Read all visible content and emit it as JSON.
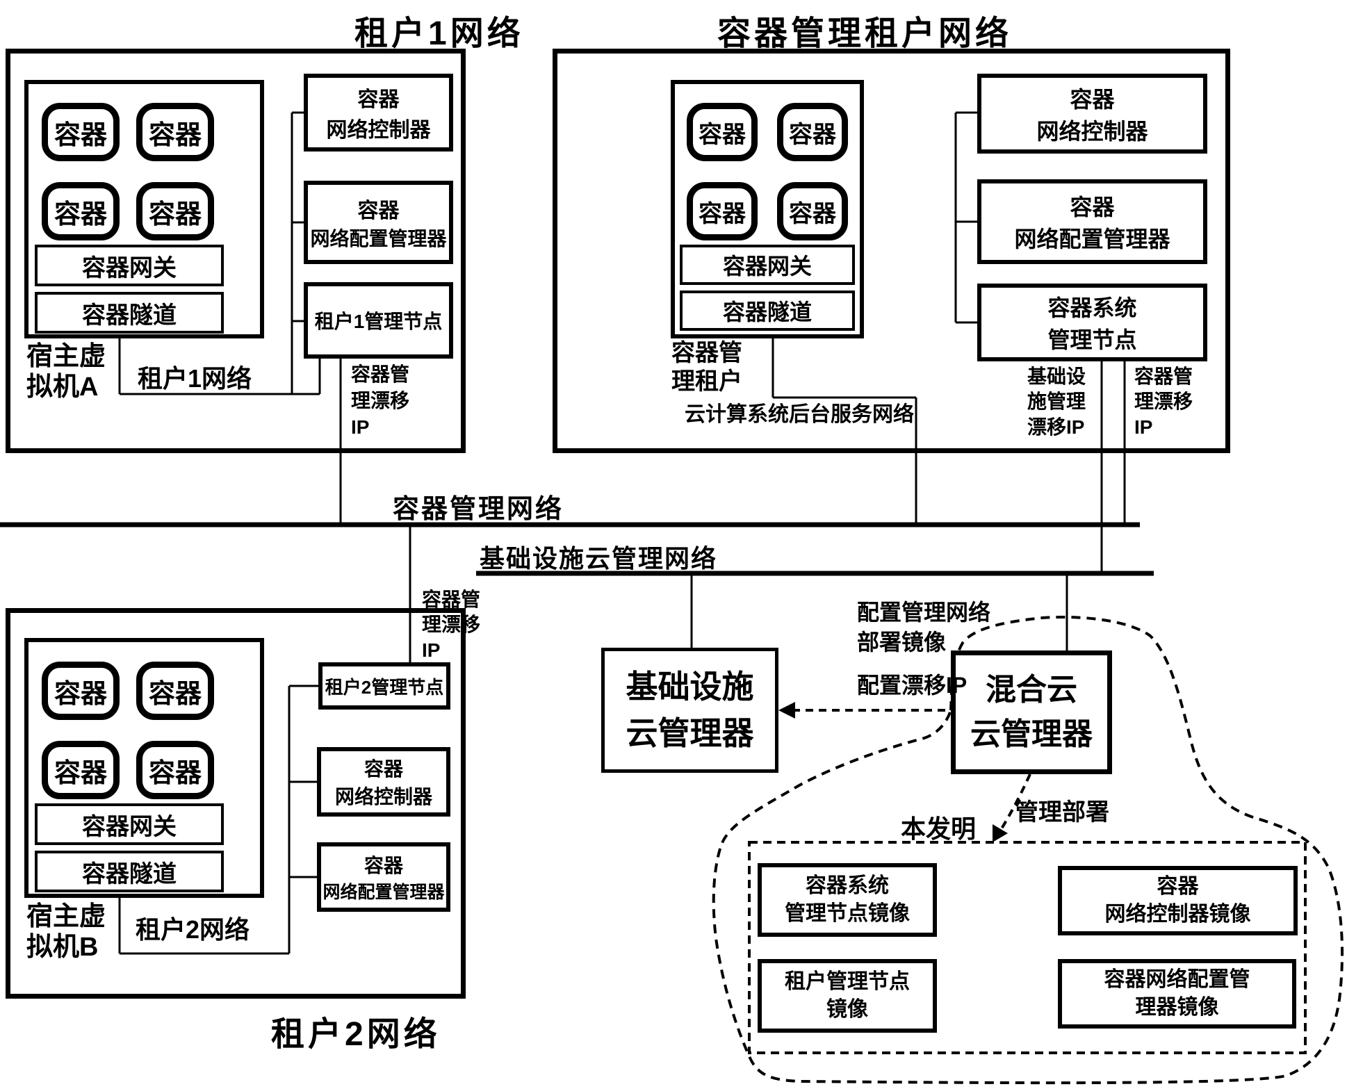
{
  "titles": {
    "tenant1": "租户1网络",
    "container_mgmt": "容器管理租户网络",
    "tenant2": "租户2网络"
  },
  "buses": {
    "container_mgmt_net": "容器管理网络",
    "infra_cloud_net": "基础设施云管理网络"
  },
  "tenant1_group": {
    "containers": [
      "容器",
      "容器",
      "容器",
      "容器"
    ],
    "gateway": "容器网关",
    "tunnel": "容器隧道",
    "host_vm_lines": [
      "宿主虚",
      "拟机A"
    ],
    "controller_lines": [
      "容器",
      "网络控制器"
    ],
    "config_mgr_lines": [
      "容器",
      "网络配置管理器"
    ],
    "mgmt_node": "租户1管理节点",
    "tenant_net_label": "租户1网络",
    "floating_ip_lines": [
      "容器管",
      "理漂移",
      "IP"
    ]
  },
  "cm_group": {
    "containers": [
      "容器",
      "容器",
      "容器",
      "容器"
    ],
    "gateway": "容器网关",
    "tunnel": "容器隧道",
    "host_label_lines": [
      "容器管",
      "理租户"
    ],
    "controller_lines": [
      "容器",
      "网络控制器"
    ],
    "config_mgr_lines": [
      "容器",
      "网络配置管理器"
    ],
    "sys_node_lines": [
      "容器系统",
      "管理节点"
    ],
    "backend_net_label": "云计算系统后台服务网络",
    "infra_ip_lines": [
      "基础设",
      "施管理",
      "漂移IP"
    ],
    "container_ip_lines": [
      "容器管",
      "理漂移",
      "IP"
    ]
  },
  "tenant2_group": {
    "containers": [
      "容器",
      "容器",
      "容器",
      "容器"
    ],
    "gateway": "容器网关",
    "tunnel": "容器隧道",
    "host_vm_lines": [
      "宿主虚",
      "拟机B"
    ],
    "mgmt_node": "租户2管理节点",
    "controller_lines": [
      "容器",
      "网络控制器"
    ],
    "config_mgr_lines": [
      "容器",
      "网络配置管理器"
    ],
    "tenant_net_label": "租户2网络",
    "floating_ip_lines": [
      "容器管",
      "理漂移",
      "IP"
    ]
  },
  "managers": {
    "infra_lines": [
      "基础设施",
      "云管理器"
    ],
    "hybrid_lines": [
      "混合云",
      "云管理器"
    ]
  },
  "annotations": {
    "deploy_image_lines": [
      "配置管理网络",
      "部署镜像"
    ],
    "config_floating_ip": "配置漂移IP",
    "manage_deploy": "管理部署",
    "invention": "本发明"
  },
  "images": {
    "sys_node_lines": [
      "容器系统",
      "管理节点镜像"
    ],
    "controller_lines": [
      "容器",
      "网络控制器镜像"
    ],
    "tenant_node_lines": [
      "租户管理节点",
      "镜像"
    ],
    "config_mgr_lines": [
      "容器网络配置管",
      "理器镜像"
    ]
  }
}
